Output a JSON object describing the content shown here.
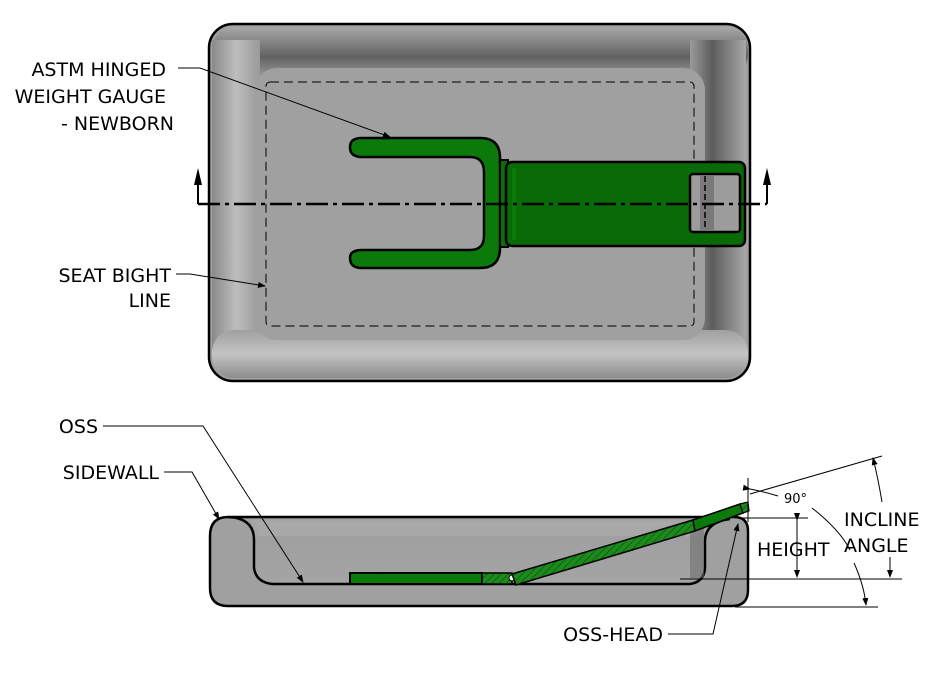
{
  "diagram": {
    "top_view": {
      "labels": {
        "gauge_line1": "ASTM HINGED",
        "gauge_line2": "WEIGHT GAUGE",
        "gauge_line3": "- NEWBORN",
        "seat_line1": "SEAT BIGHT",
        "seat_line2": "LINE"
      }
    },
    "side_view": {
      "labels": {
        "oss": "OSS",
        "sidewall": "SIDEWALL",
        "oss_head": "OSS-HEAD",
        "height": "HEIGHT",
        "incline_line1": "INCLINE",
        "incline_line2": "ANGLE",
        "right_angle": "90°"
      }
    },
    "colors": {
      "seat_gray": "#a0a0a0",
      "gauge_green": "#0b7a0b",
      "gauge_dark_green": "#086b08",
      "outline": "#000000"
    }
  }
}
